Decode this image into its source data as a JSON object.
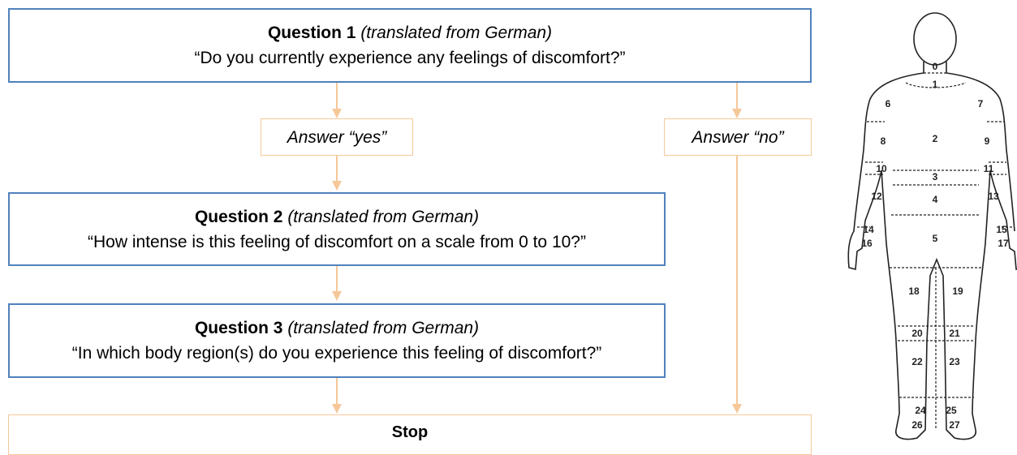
{
  "flow": {
    "q1": {
      "label": "Question 1",
      "note": "(translated from German)",
      "text": "“Do you currently experience  any feelings of discomfort?”"
    },
    "yes": "Answer “yes”",
    "no": "Answer “no”",
    "q2": {
      "label": "Question 2",
      "note": "(translated from German)",
      "text": "“How intense is this feeling of discomfort on a scale from 0 to 10?”"
    },
    "q3": {
      "label": "Question 3",
      "note": "(translated from German)",
      "text": "“In which body region(s) do you experience this feeling of discomfort?”"
    },
    "stop": "Stop"
  },
  "body_map": {
    "regions": [
      "0",
      "1",
      "2",
      "3",
      "4",
      "5",
      "6",
      "7",
      "8",
      "9",
      "10",
      "11",
      "12",
      "13",
      "14",
      "15",
      "16",
      "17",
      "18",
      "19",
      "20",
      "21",
      "22",
      "23",
      "24",
      "25",
      "26",
      "27"
    ]
  },
  "colors": {
    "question_border": "#4f81bd",
    "arrow": "#f5c89a"
  }
}
